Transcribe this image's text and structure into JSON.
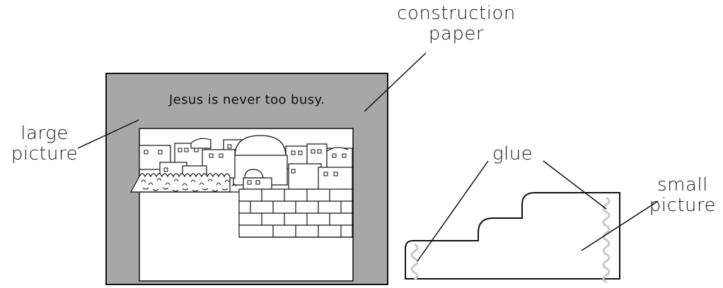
{
  "labels": {
    "construction_paper_line1": "construction",
    "construction_paper_line2": "paper",
    "large_picture_line1": "large",
    "large_picture_line2": "picture",
    "glue": "glue",
    "small_picture_line1": "small",
    "small_picture_line2": "picture"
  },
  "caption": "Jesus is never too busy.",
  "colors": {
    "construction_paper": "#a7a7a7",
    "glue": "#c8c8c8",
    "ink": "#111111"
  }
}
